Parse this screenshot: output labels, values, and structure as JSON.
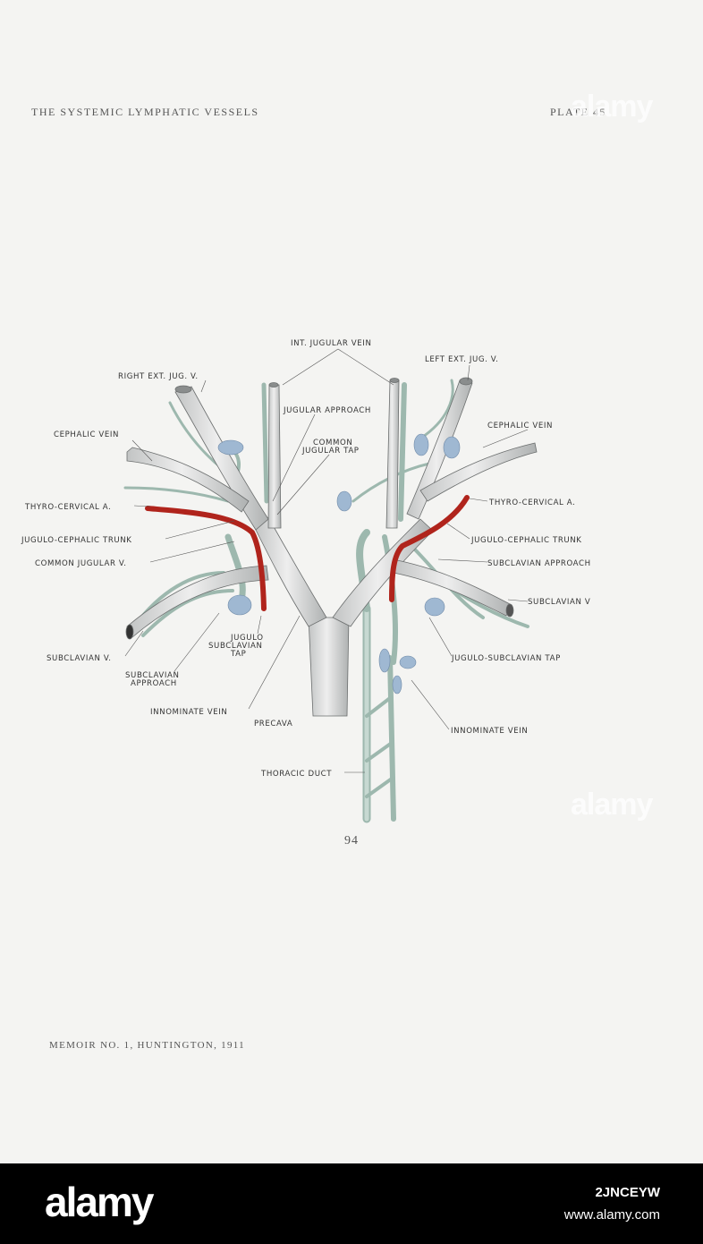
{
  "header": {
    "running_title": "THE SYSTEMIC LYMPHATIC VESSELS",
    "plate": "PLATE 45"
  },
  "labels": {
    "int_jugular_vein": "INT. JUGULAR VEIN",
    "right_ext_jug_v": "RIGHT EXT. JUG. V.",
    "left_ext_jug_v": "LEFT EXT. JUG. V.",
    "jugular_approach": "JUGULAR APPROACH",
    "common_jugular_tap_1": "COMMON",
    "common_jugular_tap_2": "JUGULAR TAP",
    "cephalic_vein_left": "CEPHALIC VEIN",
    "cephalic_vein_right": "CEPHALIC VEIN",
    "thyro_cervical_left": "THYRO-CERVICAL A.",
    "thyro_cervical_right": "THYRO-CERVICAL A.",
    "jugulo_cephalic_left": "JUGULO-CEPHALIC TRUNK",
    "jugulo_cephalic_right": "JUGULO-CEPHALIC TRUNK",
    "common_jugular_v": "COMMON JUGULAR V.",
    "subclavian_approach_right": "SUBCLAVIAN APPROACH",
    "subclavian_v_right": "SUBCLAVIAN V",
    "subclavian_v_left": "SUBCLAVIAN V.",
    "jugulo_subclavian_tap_left_1": "JUGULO",
    "jugulo_subclavian_tap_left_2": "SUBCLAVIAN",
    "jugulo_subclavian_tap_left_3": "TAP",
    "jugulo_subclavian_tap_right": "JUGULO-SUBCLAVIAN TAP",
    "subclavian_approach_left_1": "SUBCLAVIAN",
    "subclavian_approach_left_2": "APPROACH",
    "innominate_vein_left": "INNOMINATE VEIN",
    "innominate_vein_right": "INNOMINATE VEIN",
    "precava": "PRECAVA",
    "thoracic_duct": "THORACIC DUCT"
  },
  "page_number": "94",
  "footer": "MEMOIR NO. 1, HUNTINGTON, 1911",
  "watermark": "alamy",
  "stock_bar": {
    "logo": "alamy",
    "image_id": "2JNCEYW",
    "site": "www.alamy.com"
  },
  "colors": {
    "paper": "#f4f4f2",
    "vein_fill": "#d6d8d8",
    "lymph_fill": "#b9cdc6",
    "node_fill": "#9fb8d2",
    "artery": "#b0241c"
  }
}
